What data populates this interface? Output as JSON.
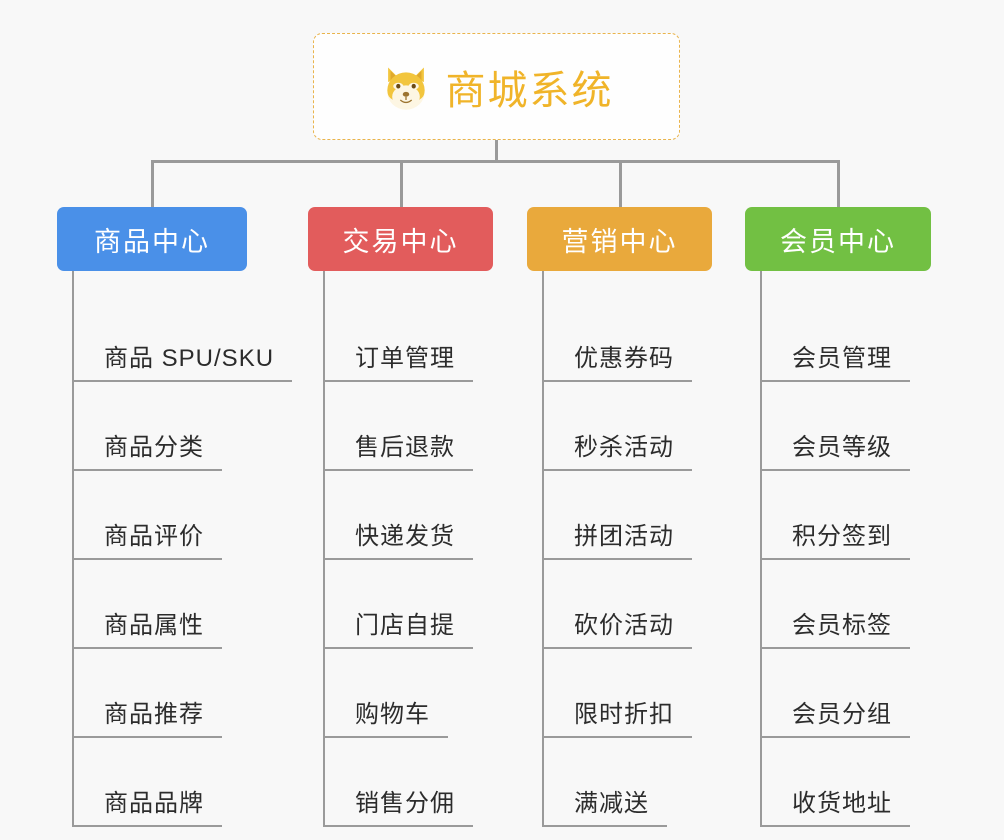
{
  "canvas": {
    "background_color": "#f8f8f8",
    "line_color": "#9a9a9a"
  },
  "root": {
    "title": "商城系统",
    "icon": "shiba-dog-face-icon",
    "border_color": "#e9b44c",
    "text_color": "#f0b429",
    "background_color": "#fefefe"
  },
  "branches": [
    {
      "label": "商品中心",
      "color": "#4a90e8",
      "items": [
        "商品 SPU/SKU",
        "商品分类",
        "商品评价",
        "商品属性",
        "商品推荐",
        "商品品牌"
      ]
    },
    {
      "label": "交易中心",
      "color": "#e25c5c",
      "items": [
        "订单管理",
        "售后退款",
        "快递发货",
        "门店自提",
        "购物车",
        "销售分佣"
      ]
    },
    {
      "label": "营销中心",
      "color": "#e9a93c",
      "items": [
        "优惠券码",
        "秒杀活动",
        "拼团活动",
        "砍价活动",
        "限时折扣",
        "满减送"
      ]
    },
    {
      "label": "会员中心",
      "color": "#72c043",
      "items": [
        "会员管理",
        "会员等级",
        "积分签到",
        "会员标签",
        "会员分组",
        "收货地址"
      ]
    }
  ]
}
